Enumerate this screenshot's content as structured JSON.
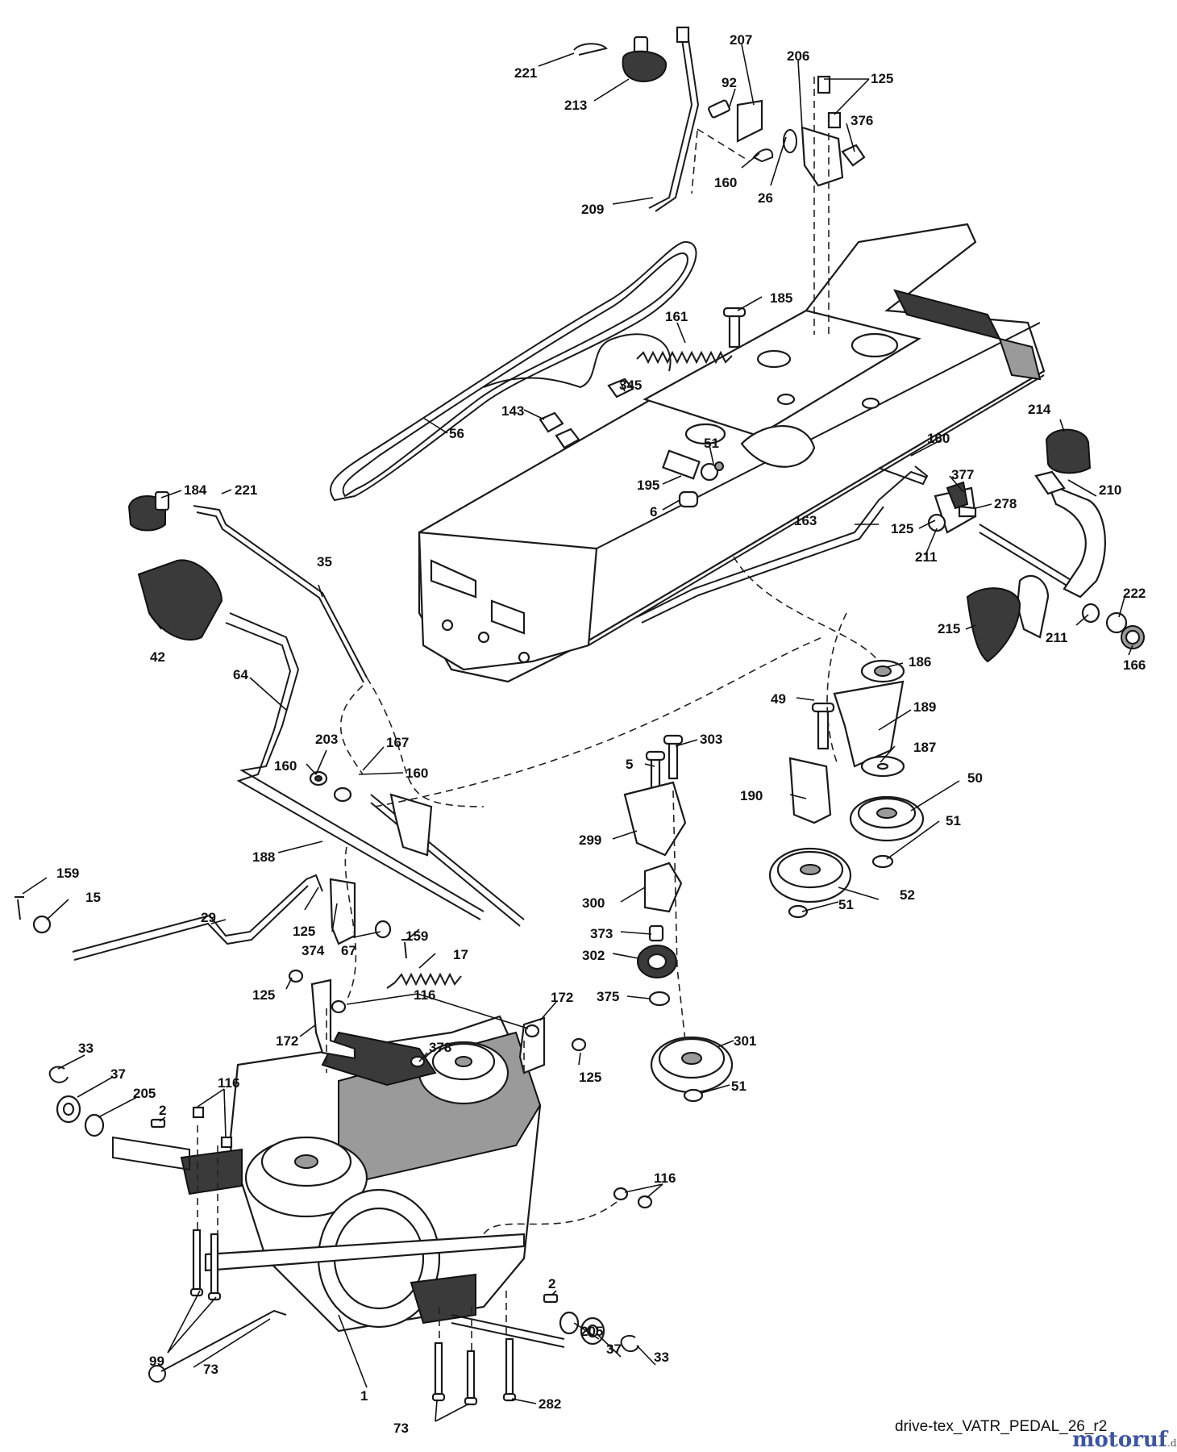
{
  "diagram": {
    "footer_code": "drive-tex_VATR_PEDAL_26_r2",
    "watermark": {
      "text": "motoruf",
      "tld": ".de"
    },
    "labels": {
      "l221a": "221",
      "l213": "213",
      "l209": "209",
      "l207": "207",
      "l92": "92",
      "l206": "206",
      "l125a": "125",
      "l376": "376",
      "l160a": "160",
      "l26": "26",
      "l185": "185",
      "l161": "161",
      "l345": "345",
      "l143": "143",
      "l56": "56",
      "l51a": "51",
      "l195": "195",
      "l6": "6",
      "l160b": "160",
      "l377": "377",
      "l278": "278",
      "l214": "214",
      "l210": "210",
      "l163": "163",
      "l125b": "125",
      "l211a": "211",
      "l222": "222",
      "l215": "215",
      "l211b": "211",
      "l166": "166",
      "l184": "184",
      "l221b": "221",
      "l35": "35",
      "l42": "42",
      "l64": "64",
      "l203": "203",
      "l167": "167",
      "l160c": "160",
      "l160d": "160",
      "l188": "188",
      "l186": "186",
      "l49": "49",
      "l189": "189",
      "l187": "187",
      "l303": "303",
      "l5": "5",
      "l190": "190",
      "l50": "50",
      "l51b": "51",
      "l299": "299",
      "l52": "52",
      "l51c": "51",
      "l300": "300",
      "l373": "373",
      "l302": "302",
      "l375": "375",
      "l301": "301",
      "l51d": "51",
      "l159a": "159",
      "l15": "15",
      "l29": "29",
      "l125c": "125",
      "l374": "374",
      "l67": "67",
      "l159b": "159",
      "l17": "17",
      "l125d": "125",
      "l116a": "116",
      "l172a": "172",
      "l172b": "172",
      "l378": "378",
      "l125e": "125",
      "l33a": "33",
      "l37a": "37",
      "l205a": "205",
      "l2a": "2",
      "l116b": "116",
      "l116c": "116",
      "l2b": "2",
      "l205b": "205",
      "l37b": "37",
      "l33b": "33",
      "l99": "99",
      "l73a": "73",
      "l1": "1",
      "l73b": "73",
      "l282": "282"
    }
  }
}
